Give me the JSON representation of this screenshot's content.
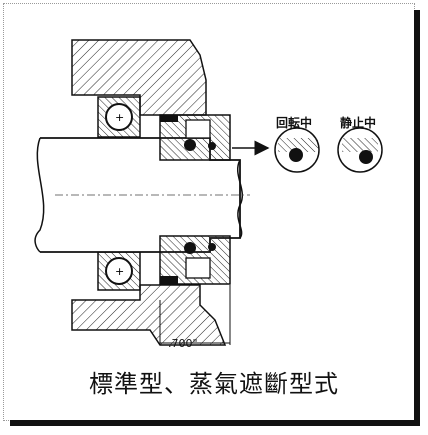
{
  "labels": {
    "rotating": "回転中",
    "stationary": "静止中",
    "dimension": ".700\""
  },
  "caption": "標準型、蒸氣遮斷型式"
}
